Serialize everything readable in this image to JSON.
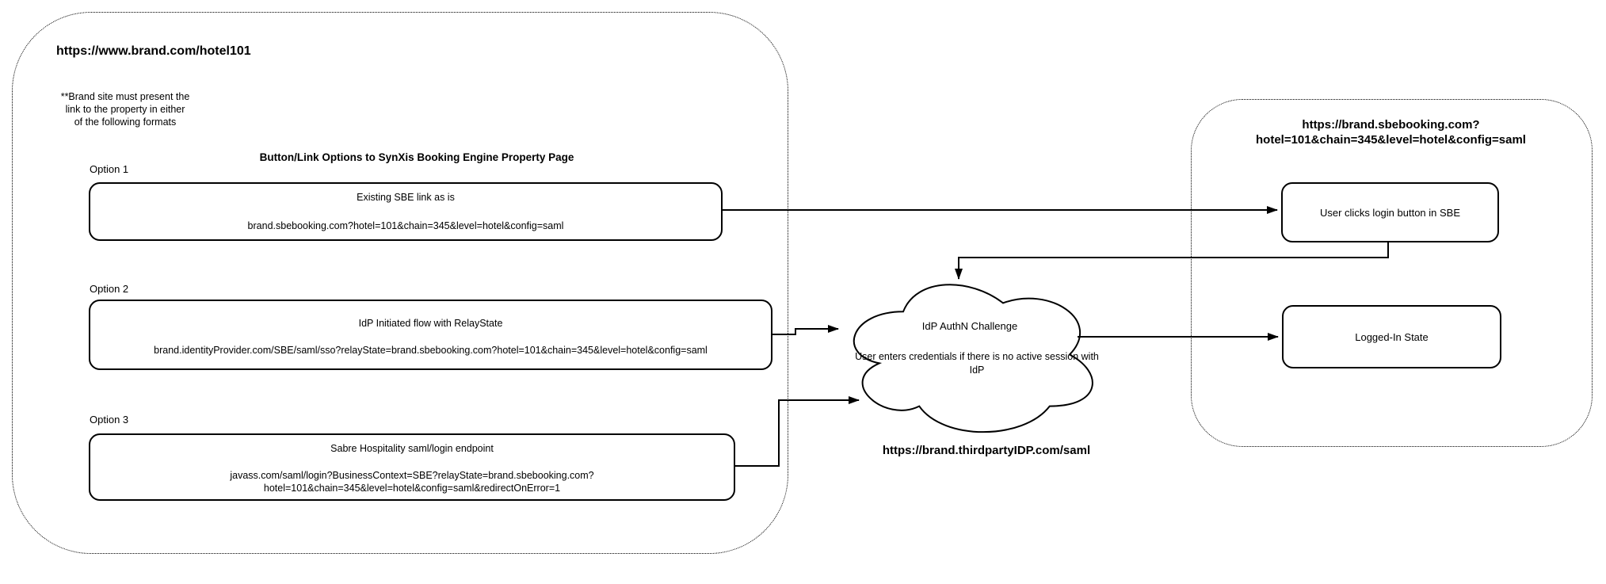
{
  "diagram": {
    "colors": {
      "stroke": "#000000",
      "background": "#ffffff",
      "text": "#000000"
    },
    "left_panel": {
      "url": "https://www.brand.com/hotel101",
      "note_line1": "**Brand site must present the",
      "note_line2": "link to the property in either",
      "note_line3": "of the following formats",
      "section_title": "Button/Link Options to SynXis Booking Engine Property Page",
      "options": [
        {
          "label": "Option 1",
          "title": "Existing SBE link as is",
          "url_line1": "brand.sbebooking.com?hotel=101&chain=345&level=hotel&config=saml"
        },
        {
          "label": "Option 2",
          "title": "IdP Initiated flow with RelayState",
          "url_line1": "brand.identityProvider.com/SBE/saml/sso?relayState=brand.sbebooking.com?hotel=101&chain=345&level=hotel&config=saml"
        },
        {
          "label": "Option 3",
          "title": "Sabre Hospitality saml/login endpoint",
          "url_line1": "javass.com/saml/login?BusinessContext=SBE?relayState=brand.sbebooking.com?",
          "url_line2": "hotel=101&chain=345&level=hotel&config=saml&redirectOnError=1"
        }
      ]
    },
    "cloud": {
      "title": "IdP AuthN Challenge",
      "subtitle_line1": "User enters credentials if there is no active session with",
      "subtitle_line2": "IdP",
      "url": "https://brand.thirdpartyIDP.com/saml"
    },
    "right_panel": {
      "header_line1": "https://brand.sbebooking.com?",
      "header_line2": "hotel=101&chain=345&level=hotel&config=saml",
      "sbe_login_box": "User clicks login button in SBE",
      "logged_in_box": "Logged-In State"
    }
  }
}
